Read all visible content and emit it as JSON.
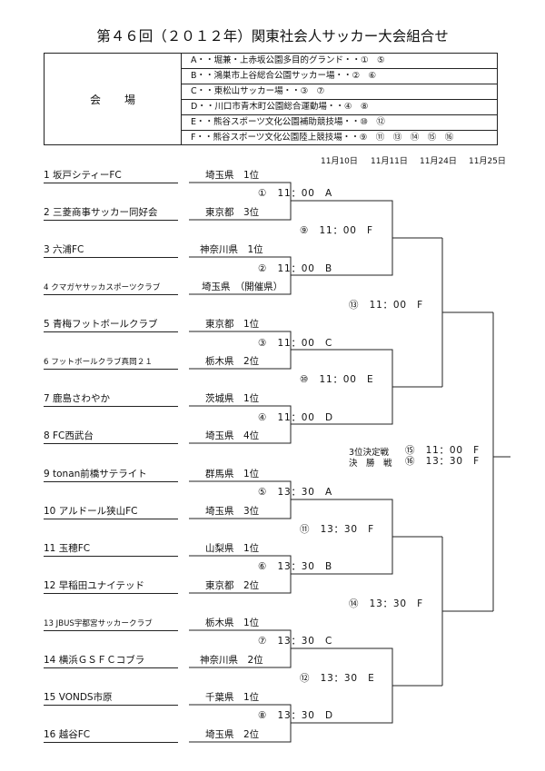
{
  "title": "第４６回（２０１２年）関東社会人サッカー大会組合せ",
  "venues": {
    "label": "会場",
    "items": [
      "A・・堀兼・上赤坂公園多目的グランド・・①　⑤",
      "B・・鴻巣市上谷総合公園サッカー場・・②　⑥",
      "C・・東松山サッカー場・・③　⑦",
      "D・・川口市青木町公園総合運動場・・④　⑧",
      "E・・熊谷スポーツ文化公園補助競技場・・⑩　⑫",
      "F・・熊谷スポーツ文化公園陸上競技場・・⑨　⑪　⑬　⑭　⑮　⑯"
    ]
  },
  "dates": [
    "11月10日",
    "11月11日",
    "11月24日",
    "11月25日"
  ],
  "teams": [
    {
      "name": "1 坂戸シティーFC",
      "pref": "埼玉県　1位"
    },
    {
      "name": "2 三菱商事サッカー同好会",
      "pref": "東京都　3位"
    },
    {
      "name": "3 六浦FC",
      "pref": "神奈川県　1位"
    },
    {
      "name": "4 クマガヤサッカスポーツクラブ",
      "pref": "埼玉県　（開催県）"
    },
    {
      "name": "5 青梅フットボールクラブ",
      "pref": "東京都　1位"
    },
    {
      "name": "6 フットボールクラブ真岡２１",
      "pref": "栃木県　2位"
    },
    {
      "name": "7 鹿島さわやか",
      "pref": "茨城県　1位"
    },
    {
      "name": "8 FC西武台",
      "pref": "埼玉県　4位"
    },
    {
      "name": "9 tonan前橋サテライト",
      "pref": "群馬県　1位"
    },
    {
      "name": "10 アルドール狭山FC",
      "pref": "埼玉県　3位"
    },
    {
      "name": "11 玉穂FC",
      "pref": "山梨県　1位"
    },
    {
      "name": "12 早稲田ユナイテッド",
      "pref": "東京都　2位"
    },
    {
      "name": "13 JBUS宇都宮サッカークラブ",
      "pref": "栃木県　1位"
    },
    {
      "name": "14 横浜ＧＳＦＣコブラ",
      "pref": "神奈川県　2位"
    },
    {
      "name": "15 VONDS市原",
      "pref": "千葉県　1位"
    },
    {
      "name": "16 越谷FC",
      "pref": "埼玉県　2位"
    }
  ],
  "round1": [
    "①　11：00　A",
    "②　11：00　B",
    "③　11：00　C",
    "④　11：00　D",
    "⑤　13：30　A",
    "⑥　13：30　B",
    "⑦　13：30　C",
    "⑧　13：30　D"
  ],
  "round2": [
    "⑨　11：00　F",
    "⑩　11：00　E",
    "⑪　13：30　F",
    "⑫　13：30　E"
  ],
  "semis": [
    "⑬　11：00　F",
    "⑭　13：30　F"
  ],
  "finals": {
    "third_label": "3位決定戦",
    "third_match": "⑮　11：00　F",
    "final_label": "決　勝　戦",
    "final_match": "⑯　13：30　F"
  }
}
